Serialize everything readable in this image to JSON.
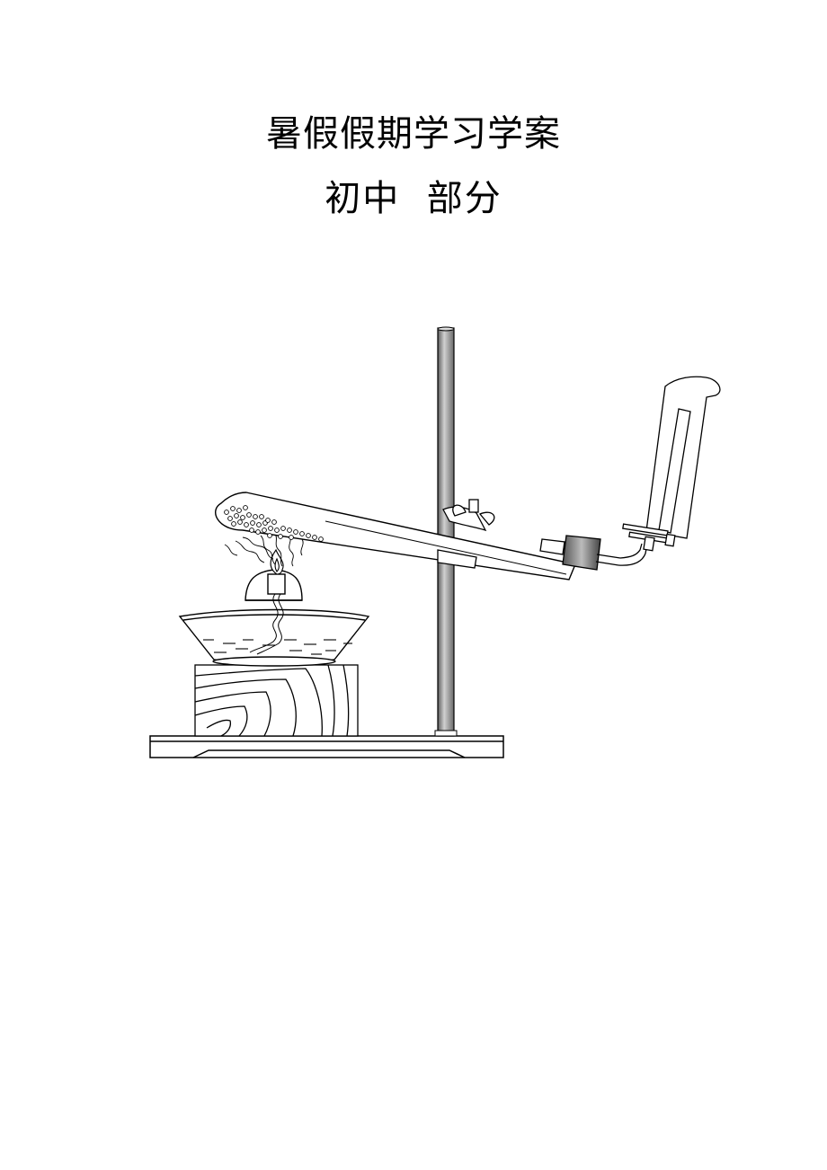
{
  "document": {
    "title": "暑假假期学习学案",
    "subtitle": "初中  部分"
  },
  "illustration": {
    "icon": "lab-apparatus-illustration",
    "stroke_color": "#000000",
    "rod_color": "#9a9a9a"
  }
}
